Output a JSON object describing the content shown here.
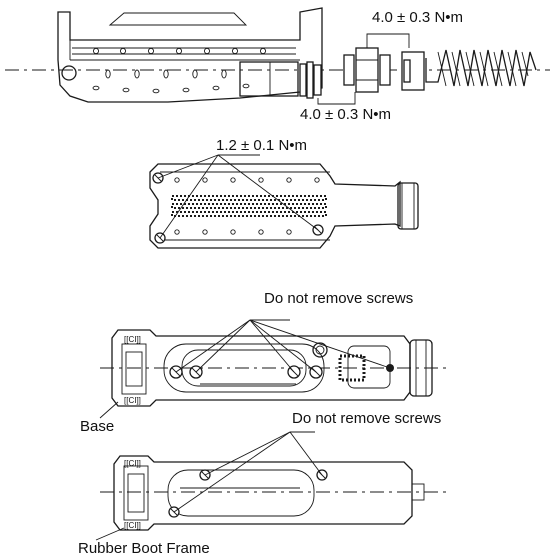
{
  "labels": {
    "torque_top_upper": "4.0 ± 0.3 N•m",
    "torque_top_lower": "4.0 ± 0.3 N•m",
    "torque_middle": "1.2 ± 0.1 N•m",
    "note_screws_1": "Do not remove screws",
    "note_base": "Base",
    "note_screws_2": "Do not remove screws",
    "note_frame": "Rubber Boot Frame"
  }
}
